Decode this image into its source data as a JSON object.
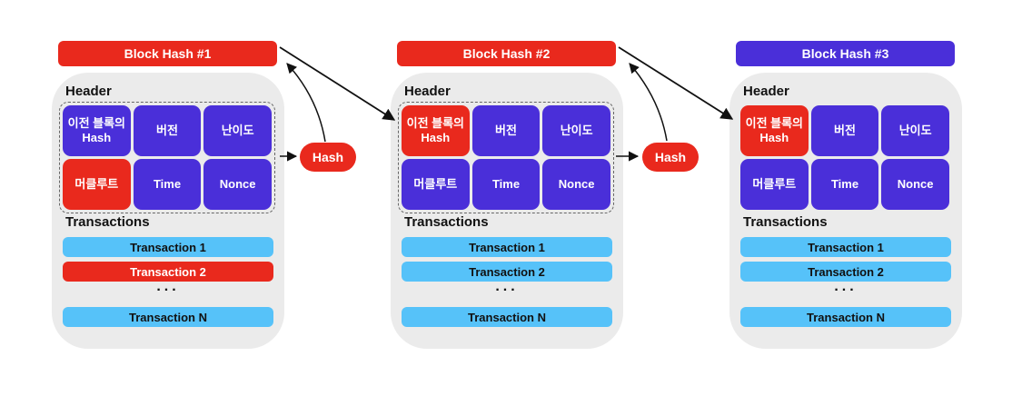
{
  "colors": {
    "red": "#E9291D",
    "purple": "#4A2FD9",
    "light_blue": "#56C2F9",
    "block_background": "#EBEBEB",
    "arrow": "#111111",
    "page_background": "#FFFFFF"
  },
  "blocks": [
    {
      "hash_label": "Block Hash #1",
      "hash_color": "red",
      "header_title": "Header",
      "header_dotted": "true",
      "cells": [
        {
          "label": "이전 블록의 Hash",
          "color": "purple"
        },
        {
          "label": "버전",
          "color": "purple"
        },
        {
          "label": "난이도",
          "color": "purple"
        },
        {
          "label": "머클루트",
          "color": "red"
        },
        {
          "label": "Time",
          "color": "purple"
        },
        {
          "label": "Nonce",
          "color": "purple"
        }
      ],
      "transactions_title": "Transactions",
      "transactions": [
        {
          "label": "Transaction 1",
          "color": "blue"
        },
        {
          "label": "Transaction 2",
          "color": "red"
        },
        {
          "label": "Transaction N",
          "color": "blue"
        }
      ],
      "ellipsis": "..."
    },
    {
      "hash_label": "Block Hash #2",
      "hash_color": "red",
      "header_title": "Header",
      "header_dotted": "true",
      "cells": [
        {
          "label": "이전 블록의 Hash",
          "color": "red"
        },
        {
          "label": "버전",
          "color": "purple"
        },
        {
          "label": "난이도",
          "color": "purple"
        },
        {
          "label": "머클루트",
          "color": "purple"
        },
        {
          "label": "Time",
          "color": "purple"
        },
        {
          "label": "Nonce",
          "color": "purple"
        }
      ],
      "transactions_title": "Transactions",
      "transactions": [
        {
          "label": "Transaction 1",
          "color": "blue"
        },
        {
          "label": "Transaction 2",
          "color": "blue"
        },
        {
          "label": "Transaction N",
          "color": "blue"
        }
      ],
      "ellipsis": "..."
    },
    {
      "hash_label": "Block Hash #3",
      "hash_color": "purple",
      "header_title": "Header",
      "header_dotted": "false",
      "cells": [
        {
          "label": "이전 블록의 Hash",
          "color": "red"
        },
        {
          "label": "버전",
          "color": "purple"
        },
        {
          "label": "난이도",
          "color": "purple"
        },
        {
          "label": "머클루트",
          "color": "purple"
        },
        {
          "label": "Time",
          "color": "purple"
        },
        {
          "label": "Nonce",
          "color": "purple"
        }
      ],
      "transactions_title": "Transactions",
      "transactions": [
        {
          "label": "Transaction 1",
          "color": "blue"
        },
        {
          "label": "Transaction 2",
          "color": "blue"
        },
        {
          "label": "Transaction N",
          "color": "blue"
        }
      ],
      "ellipsis": "..."
    }
  ],
  "hash_nodes": [
    {
      "label": "Hash"
    },
    {
      "label": "Hash"
    }
  ]
}
